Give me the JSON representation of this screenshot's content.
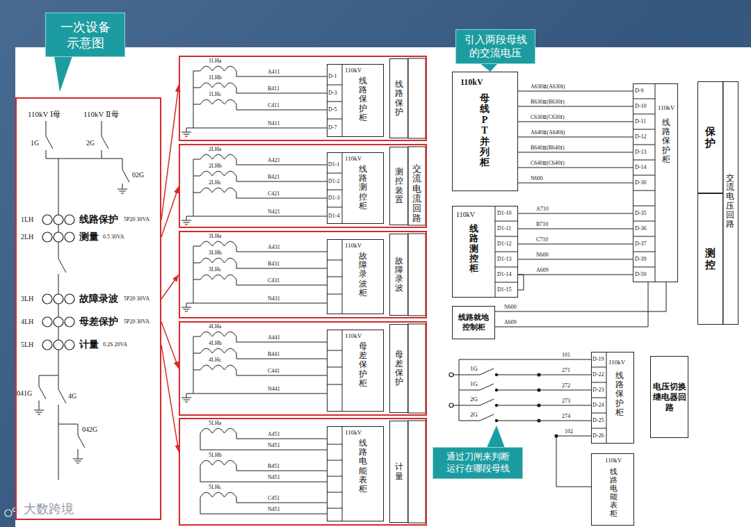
{
  "diagram": {
    "nodes": [
      {
        "text": [
          "一次设备 示意图"
        ]
      },
      {
        "text": [
          "110kV Ⅰ母",
          "110kV Ⅱ母",
          "1G",
          "2G",
          "02G",
          "1LH",
          "线路保护",
          "5P20 30VA",
          "2LH",
          "测量",
          "0.5 30VA",
          "3LH",
          "故障录波",
          "5P20 30VA",
          "4LH",
          "母差保护",
          "5P20 30VA",
          "5LH",
          "计量",
          "0.2S 20VA",
          "041G",
          "4G",
          "042G"
        ]
      },
      {
        "text": [
          "1LHa",
          "1LHb",
          "1LHc",
          "A411",
          "B411",
          "C411",
          "N411"
        ]
      },
      {
        "text": [
          "D-1",
          "D-3",
          "D-5",
          "D-7",
          "110kV",
          "线路保护柜"
        ],
        "in": 2
      },
      {
        "text": [
          "线路保护"
        ],
        "in": 2
      },
      {
        "text": [
          "2LHa",
          "2LHb",
          "2LHc",
          "A421",
          "B421",
          "C421",
          "N421"
        ]
      },
      {
        "text": [
          "D1-1",
          "D1-2",
          "D1-3",
          "D1-4",
          "110kV",
          "线路测控柜"
        ],
        "in": 5
      },
      {
        "text": [
          "测控装置"
        ],
        "in": 5
      },
      {
        "text": [
          "3LHa",
          "3LHb",
          "3LHc",
          "A431",
          "B431",
          "C431",
          "N431"
        ]
      },
      {
        "text": [
          "110kV",
          "故障录波柜"
        ],
        "in": 8
      },
      {
        "text": [
          "故障录波"
        ],
        "in": 8
      },
      {
        "text": [
          "4LHa",
          "4LHb",
          "4LHc",
          "A441",
          "B441",
          "C441",
          "N441"
        ]
      },
      {
        "text": [
          "110kV",
          "母差保护柜"
        ],
        "in": 11
      },
      {
        "text": [
          "母差保护"
        ],
        "in": 11
      },
      {
        "text": [
          "5LHa",
          "5LHb",
          "5LHc",
          "A451",
          "N451",
          "B451",
          "N451",
          "C451",
          "N451"
        ]
      },
      {
        "text": [
          "110kV",
          "线路电能表柜"
        ],
        "in": 14
      },
      {
        "text": [
          "计量"
        ],
        "in": 14
      },
      {
        "text": [
          "引入两段母线 的交流电压"
        ]
      },
      {
        "text": [
          "110kV",
          "母线PT并列柜"
        ]
      },
      {
        "text": [
          "D-9",
          "D-10",
          "D-11",
          "D-12",
          "D-13",
          "D-14",
          "D-30",
          "D-35",
          "D-36",
          "D-37",
          "D-39",
          "D-50",
          "110kV",
          "线路保护柜"
        ]
      },
      {
        "text": [
          "交流电压回路"
        ]
      },
      {
        "text": [
          "保护"
        ],
        "in": 20
      },
      {
        "text": [
          "测控"
        ],
        "in": 20
      },
      {
        "text": [
          "110kV",
          "线路测控柜",
          "D1-10",
          "D1-11",
          "D1-12",
          "D1-13",
          "D1-14",
          "D1-15"
        ]
      },
      {
        "text": [
          "线路就地控制柜"
        ]
      },
      {
        "text": [
          "通过刀闸来判断 运行在哪段母线"
        ]
      },
      {
        "text": [
          "D-19",
          "D-22",
          "D-23",
          "D-24",
          "D-25",
          "D-26",
          "110kV",
          "线路保护柜"
        ]
      },
      {
        "text": [
          "电压切换继电器回路"
        ]
      },
      {
        "text": [
          "110kV",
          "线路电能表柜"
        ]
      }
    ],
    "edges": [
      {
        "from": 1,
        "to": 2,
        "arrow": "to"
      },
      {
        "from": 1,
        "to": 5,
        "arrow": "to"
      },
      {
        "from": 1,
        "to": 8,
        "arrow": "to"
      },
      {
        "from": 1,
        "to": 11,
        "arrow": "to"
      },
      {
        "from": 1,
        "to": 14,
        "arrow": "to"
      },
      {
        "from": 18,
        "to": 19,
        "label": "A630Ⅱ(A630Ⅰ)",
        "arrow": "none"
      },
      {
        "from": 18,
        "to": 19,
        "label": "B630Ⅱ(B630Ⅰ)",
        "arrow": "none"
      },
      {
        "from": 18,
        "to": 19,
        "label": "C630Ⅱ(C630Ⅰ)",
        "arrow": "none"
      },
      {
        "from": 18,
        "to": 19,
        "label": "A640Ⅱ(A640Ⅰ)",
        "arrow": "none"
      },
      {
        "from": 18,
        "to": 19,
        "label": "B640Ⅱ(B640Ⅰ)",
        "arrow": "none"
      },
      {
        "from": 18,
        "to": 19,
        "label": "C640Ⅱ(C640Ⅰ)",
        "arrow": "none"
      },
      {
        "from": 18,
        "to": 19,
        "label": "N600",
        "arrow": "none"
      },
      {
        "from": 23,
        "to": 19,
        "label": "A710",
        "arrow": "none"
      },
      {
        "from": 23,
        "to": 19,
        "label": "B710",
        "arrow": "none"
      },
      {
        "from": 23,
        "to": 19,
        "label": "C710",
        "arrow": "none"
      },
      {
        "from": 23,
        "to": 19,
        "label": "N600",
        "arrow": "none"
      },
      {
        "from": 23,
        "to": 19,
        "label": "A609",
        "arrow": "none"
      },
      {
        "from": 24,
        "to": 19,
        "label": "N600",
        "arrow": "none"
      },
      {
        "from": 24,
        "to": 19,
        "label": "A609",
        "arrow": "none"
      }
    ],
    "labels": [
      "交流电流回路",
      "101",
      "271",
      "272",
      "273",
      "274",
      "102",
      "1G",
      "1G",
      "2G",
      "2G",
      "大数跨境"
    ]
  }
}
